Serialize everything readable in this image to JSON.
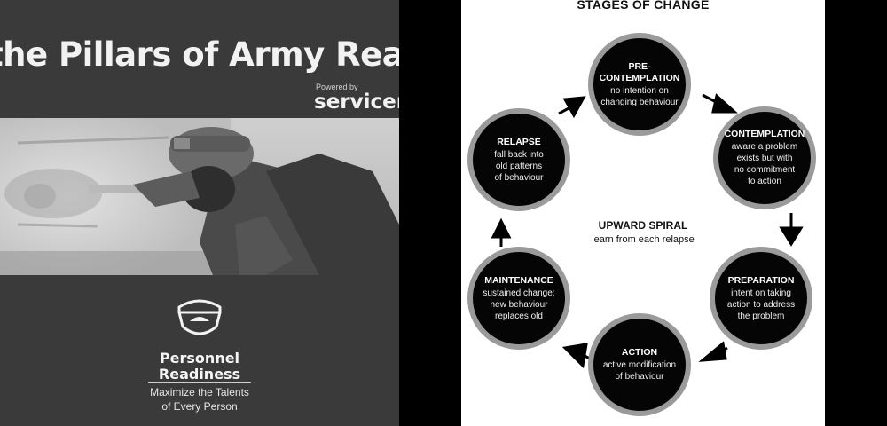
{
  "promo": {
    "title": "the Pillars of Army Readiness",
    "powered_by": "Powered by",
    "brand": "servicenow",
    "section_title_line1": "Personnel",
    "section_title_line2": "Readiness",
    "subtitle_line1": "Maximize the Talents",
    "subtitle_line2": "of Every Person",
    "icon": "military-cap-icon"
  },
  "diagram": {
    "title": "STAGES OF CHANGE",
    "center_title": "UPWARD SPIRAL",
    "center_subtitle": "learn from each relapse",
    "stages": [
      {
        "name": "PRE-\nCONTEMPLATION",
        "desc": "no intention on\nchanging behaviour"
      },
      {
        "name": "CONTEMPLATION",
        "desc": "aware a problem\nexists but with\nno commitment\nto action"
      },
      {
        "name": "PREPARATION",
        "desc": "intent on taking\naction to address\nthe problem"
      },
      {
        "name": "ACTION",
        "desc": "active modification\nof behaviour"
      },
      {
        "name": "MAINTENANCE",
        "desc": "sustained change;\nnew behaviour\nreplaces old"
      },
      {
        "name": "RELAPSE",
        "desc": "fall back into\nold patterns\nof behaviour"
      }
    ]
  }
}
